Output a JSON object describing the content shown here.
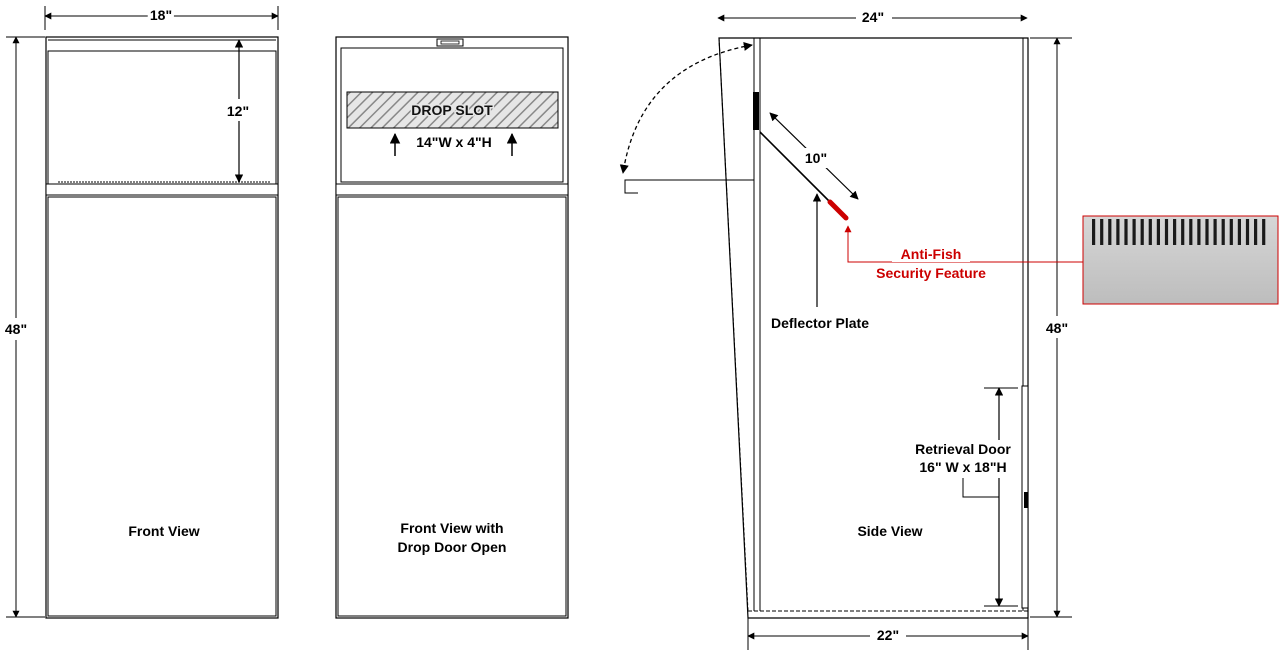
{
  "front_view": {
    "width_label": "18\"",
    "height_label": "48\"",
    "slot_height_label": "12\"",
    "title": "Front View"
  },
  "front_open_view": {
    "slot_label": "DROP SLOT",
    "slot_size_label": "14\"W x 4\"H",
    "title_line1": "Front View with",
    "title_line2": "Drop Door Open"
  },
  "side_view": {
    "top_width_label": "24\"",
    "bottom_width_label": "22\"",
    "height_label": "48\"",
    "deflector_length_label": "10\"",
    "deflector_label": "Deflector Plate",
    "anti_fish_line1": "Anti-Fish",
    "anti_fish_line2": "Security Feature",
    "retrieval_line1": "Retrieval Door",
    "retrieval_line2": "16\" W x 18\"H",
    "title": "Side View"
  },
  "colors": {
    "line": "#000000",
    "accent_red": "#cc0000",
    "inset_bg": "#c8c8c8"
  }
}
